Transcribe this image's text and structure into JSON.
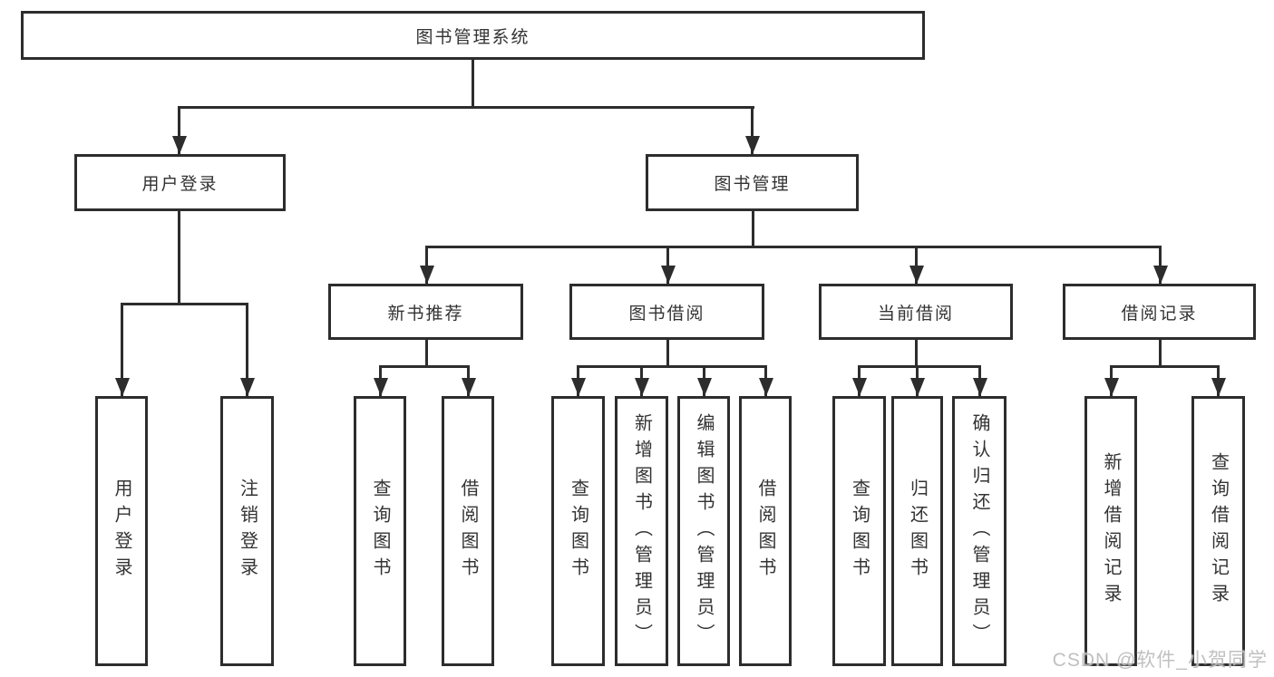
{
  "diagram": {
    "root": {
      "label": "图书管理系统"
    },
    "level2": [
      {
        "label": "用户登录"
      },
      {
        "label": "图书管理"
      }
    ],
    "level3": [
      {
        "label": "新书推荐",
        "parent": "图书管理"
      },
      {
        "label": "图书借阅",
        "parent": "图书管理"
      },
      {
        "label": "当前借阅",
        "parent": "图书管理"
      },
      {
        "label": "借阅记录",
        "parent": "图书管理"
      }
    ],
    "leaves": [
      {
        "label": "用户登录",
        "parent": "用户登录"
      },
      {
        "label": "注销登录",
        "parent": "用户登录"
      },
      {
        "label": "查询图书",
        "parent": "新书推荐"
      },
      {
        "label": "借阅图书",
        "parent": "新书推荐"
      },
      {
        "label": "查询图书",
        "parent": "图书借阅"
      },
      {
        "label": "新增图书（管理员）",
        "parent": "图书借阅"
      },
      {
        "label": "编辑图书（管理员）",
        "parent": "图书借阅"
      },
      {
        "label": "借阅图书",
        "parent": "图书借阅"
      },
      {
        "label": "查询图书",
        "parent": "当前借阅"
      },
      {
        "label": "归还图书",
        "parent": "当前借阅"
      },
      {
        "label": "确认归还（管理员）",
        "parent": "当前借阅"
      },
      {
        "label": "新增借阅记录",
        "parent": "借阅记录"
      },
      {
        "label": "查询借阅记录",
        "parent": "借阅记录"
      }
    ],
    "watermark": "CSDN @软件_小贺同学",
    "colors": {
      "line": "#2d2d2d",
      "box_border": "#2d2d2d",
      "box_fill": "#ffffff",
      "text": "#333333",
      "watermark": "#b9b9b9",
      "background": "#ffffff"
    }
  }
}
